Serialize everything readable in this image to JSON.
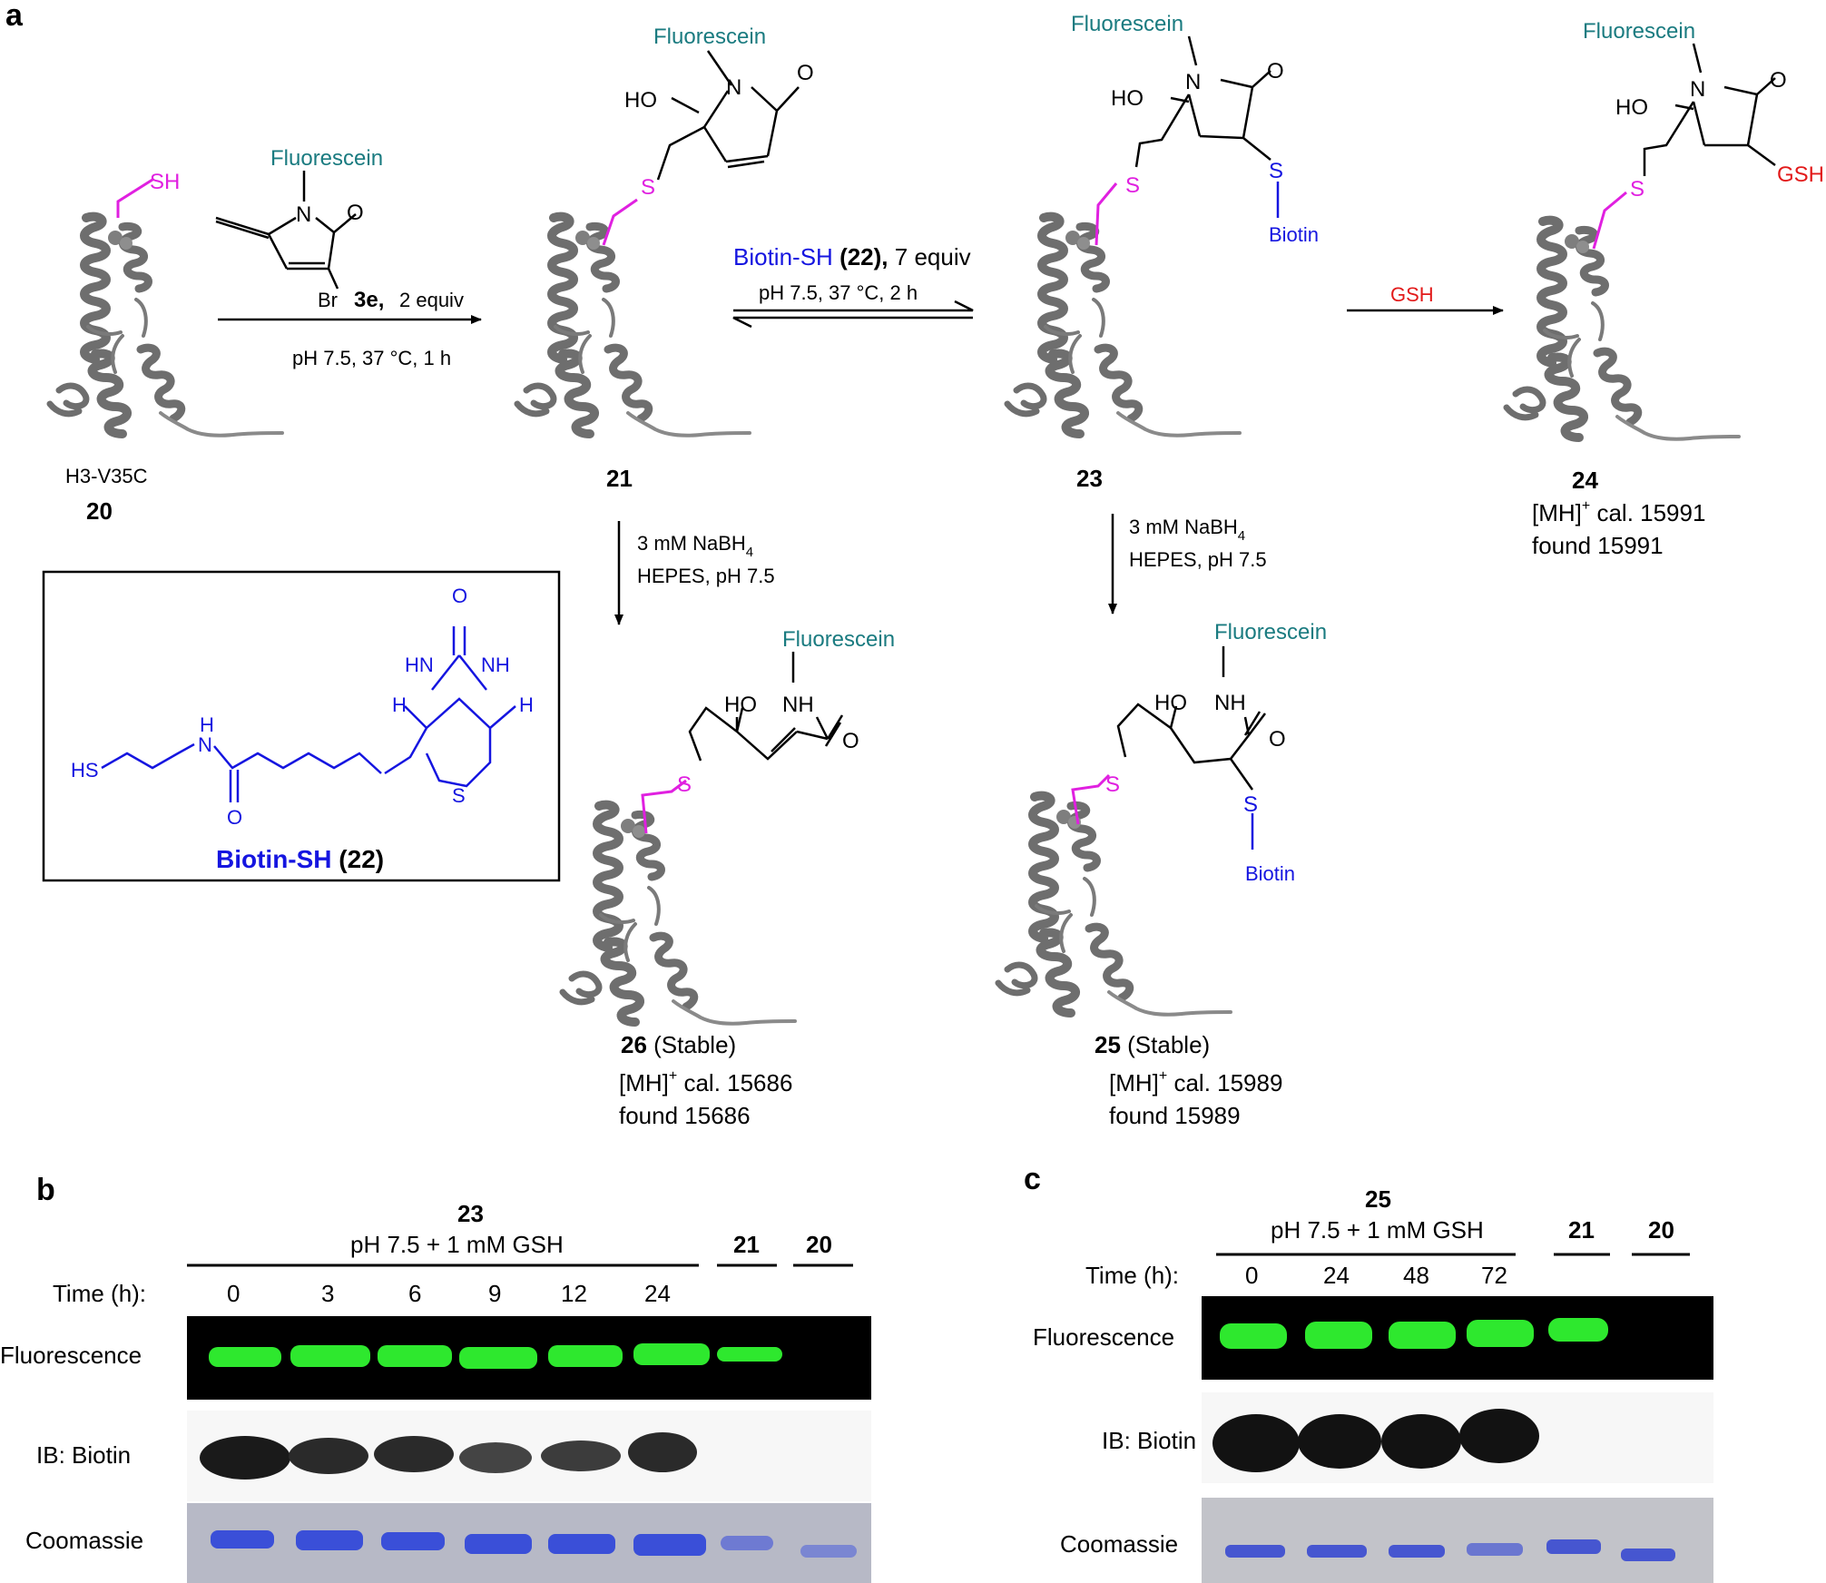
{
  "panel_a": {
    "panel_letter": "a",
    "protein_20": {
      "label": "H3-V35C",
      "number": "20"
    },
    "step1": {
      "reagent_name": "Fluorescein",
      "reagent_num": "3e,",
      "reagent_equiv": "2 equiv",
      "br": "Br",
      "o": "O",
      "n": "N",
      "conditions": "pH 7.5, 37 °C, 1 h"
    },
    "sh": "SH",
    "cpd21": {
      "number": "21",
      "fluor": "Fluorescein",
      "ho": "HO",
      "n": "N",
      "o": "O",
      "s": "S"
    },
    "step2": {
      "reagent": "Biotin-SH",
      "reagent_num": "(22),",
      "equiv": "7 equiv",
      "conditions": "pH 7.5, 37 °C, 2 h"
    },
    "cpd23": {
      "number": "23",
      "fluor": "Fluorescein",
      "ho": "HO",
      "n": "N",
      "o": "O",
      "s": "S",
      "s2": "S",
      "biotin": "Biotin"
    },
    "step3": {
      "reagent": "GSH"
    },
    "cpd24": {
      "number": "24",
      "fluor": "Fluorescein",
      "ho": "HO",
      "n": "N",
      "o": "O",
      "s": "S",
      "gsh": "GSH",
      "ms_cal_prefix": "[MH]",
      "ms_cal_sup": "+",
      "ms_cal_value": " cal. 15991",
      "ms_found": "found  15991"
    },
    "red21": {
      "line1": "3 mM  NaBH",
      "sub": "4",
      "line2": "HEPES, pH 7.5"
    },
    "red23": {
      "line1": "3 mM  NaBH",
      "sub": "4",
      "line2": "HEPES, pH 7.5"
    },
    "cpd26": {
      "number": "26",
      "note": " (Stable)",
      "fluor": "Fluorescein",
      "ho": "HO",
      "nh": "NH",
      "o": "O",
      "s": "S",
      "ms_cal_prefix": "[MH]",
      "ms_cal_sup": "+",
      "ms_cal_value": " cal. 15686",
      "ms_found": "found  15686"
    },
    "cpd25": {
      "number": "25",
      "note": " (Stable)",
      "fluor": "Fluorescein",
      "ho": "HO",
      "nh": "NH",
      "o": "O",
      "s": "S",
      "s2": "S",
      "biotin": "Biotin",
      "ms_cal_prefix": "[MH]",
      "ms_cal_sup": "+",
      "ms_cal_value": " cal. 15989",
      "ms_found": "found  15989"
    },
    "biotin_box": {
      "o": "O",
      "hn": "HN",
      "nh": "NH",
      "h1": "H",
      "h2": "H",
      "hs": "HS",
      "n_amide": "N",
      "h_amide": "H",
      "o_amide": "O",
      "s_ring": "S",
      "caption": "Biotin-SH",
      "caption_num": " (22)"
    }
  },
  "panel_b": {
    "panel_letter": "b",
    "compound": "23",
    "condition": "pH 7.5 + 1 mM GSH",
    "control1": "21",
    "control2": "20",
    "time_label": "Time (h):",
    "times": [
      "0",
      "3",
      "6",
      "9",
      "12",
      "24"
    ],
    "rows": [
      "Fluorescence",
      "IB: Biotin",
      "Coomassie"
    ]
  },
  "panel_c": {
    "panel_letter": "c",
    "compound": "25",
    "condition": "pH 7.5 + 1 mM GSH",
    "control1": "21",
    "control2": "20",
    "time_label": "Time (h):",
    "times": [
      "0",
      "24",
      "48",
      "72"
    ],
    "rows": [
      "Fluorescence",
      "IB: Biotin",
      "Coomassie"
    ]
  },
  "colors": {
    "teal": "#1a7b80",
    "magenta": "#e020e0",
    "blue": "#1515e0",
    "red": "#e21a1a",
    "green_band": "#2ee82e",
    "coomassie_band": "#3a4fd8",
    "protein": "#6e6e6e"
  }
}
